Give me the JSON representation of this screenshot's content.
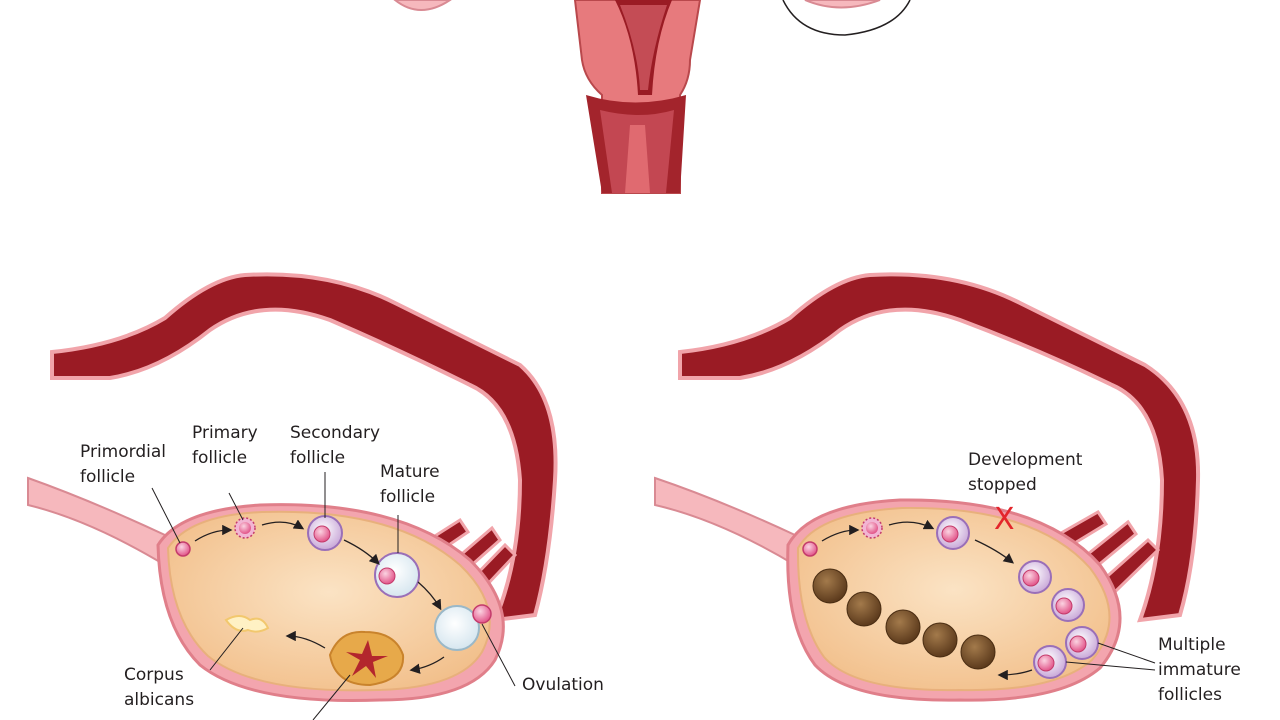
{
  "left_ovary": {
    "labels": {
      "primordial": "Primordial\nfollicle",
      "primary": "Primary\nfollicle",
      "secondary": "Secondary\nfollicle",
      "mature": "Mature\nfollicle",
      "ovulation": "Ovulation",
      "corpus_albicans": "Corpus\nalbicans"
    }
  },
  "right_ovary": {
    "labels": {
      "development_stopped": "Development\nstopped",
      "stop_mark": "X",
      "multiple_immature": "Multiple\nimmature\nfollicles"
    }
  },
  "colors": {
    "muscle_dark": "#9a1b24",
    "tissue_pink": "#f0a0a6",
    "ovary_fill": "#f7d2a6",
    "follicle_pink": "#e85b8a",
    "cyst_brown": "#6e4a26",
    "stop_red": "#e3262b"
  }
}
